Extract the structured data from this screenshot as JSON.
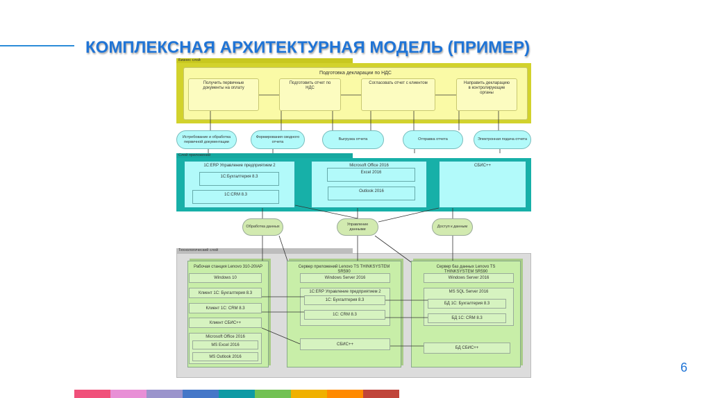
{
  "slide": {
    "title": "КОМПЛЕКСНАЯ АРХИТЕКТУРНАЯ МОДЕЛЬ (ПРИМЕР)",
    "page_number": "6",
    "stripe_colors": [
      "#f0507a",
      "#e88fd6",
      "#9b94cc",
      "#4577c8",
      "#0e9aa4",
      "#72c153",
      "#f0b000",
      "#ff8a00",
      "#c0453a"
    ]
  },
  "business": {
    "layer": "Бизнес слой",
    "process": "Подготовка декларации по НДС",
    "steps": [
      "Получить первичные документы на оплату",
      "Подготовить отчет по НДС",
      "Согласовать отчет с клиентом",
      "Направить декларацию в контролирующие органы"
    ],
    "services": [
      "Истребование и обработка первичной документации",
      "Формирования сводного отчета",
      "Выгрузка отчета",
      "Отправка отчета",
      "Электронная подача отчета"
    ]
  },
  "application": {
    "layer": "Слой приложений",
    "erp": "1С:ERP Управление предприятием 2",
    "erp_subs": [
      "1С:Бухгалтерия 8.3",
      "1С:CRM 8.3"
    ],
    "office": "Microsoft Office 2016",
    "office_subs": [
      "Excel 2016",
      "Outlook 2016"
    ],
    "sbis": "СБИС++",
    "services": [
      "Обработка данных",
      "Управление данными",
      "Доступ к данным"
    ]
  },
  "technology": {
    "layer": "Технологический слой",
    "ws": {
      "name": "Рабочая станция Lenovo 310-20IAP",
      "os": "Windows 10",
      "items": [
        "Клиент 1С: Бухгалтерия 8.3",
        "Клиент 1С: CRM 8.3",
        "Клиент СБИС++"
      ],
      "office": "Microsoft Office 2016",
      "office_items": [
        "MS Excel 2016",
        "MS Outlook 2016"
      ]
    },
    "app": {
      "name": "Сервер приложений Lenovo TS THINKSYSTEM SR590",
      "os": "Windows Server 2016",
      "erp": "1С:ERP Управление предприятием 2",
      "items": [
        "1С: Бухгалтерия 8.3",
        "1С: CRM 8.3"
      ],
      "sbis": "СБИС++"
    },
    "db": {
      "name": "Сервер баз данных Lenovo TS THINKSYSTEM SR590",
      "os": "Windows Server 2016",
      "dbms": "MS SQL Server 2016",
      "items": [
        "БД 1С: Бухгалтерия 8.3",
        "БД 1С: CRM 8.3"
      ],
      "sbis": "БД СБИС++"
    }
  }
}
